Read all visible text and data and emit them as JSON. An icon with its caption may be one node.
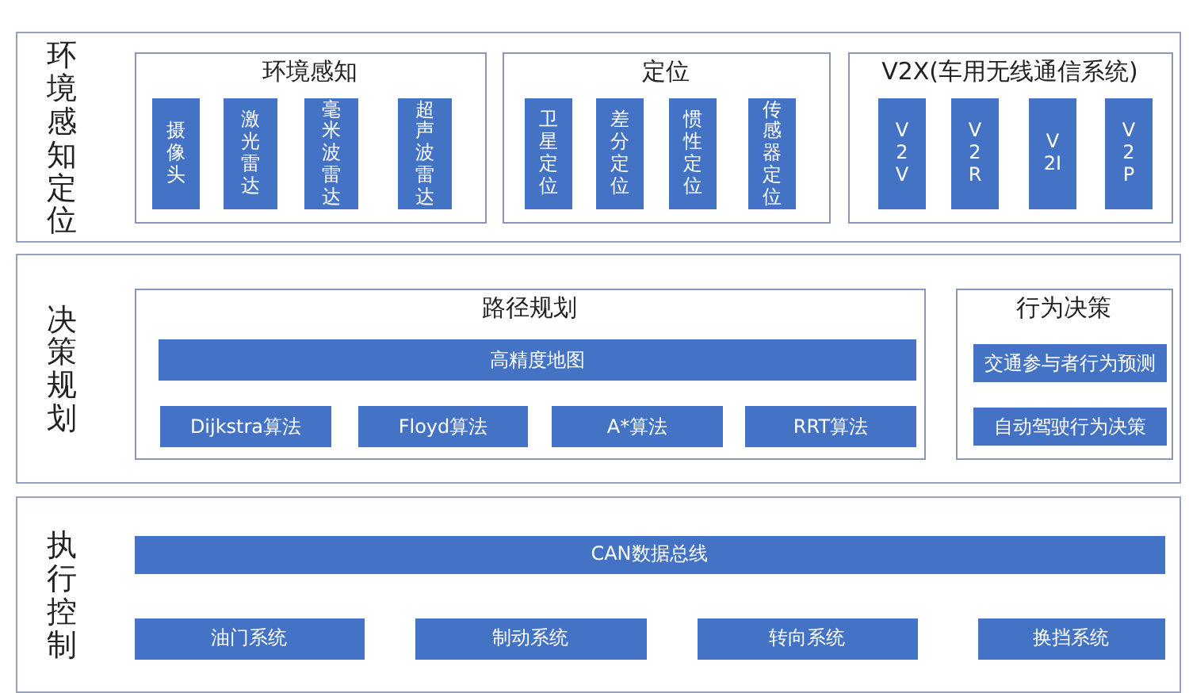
{
  "diagram": {
    "nodes": [
      {
        "text": [
          "环境感知定位"
        ]
      },
      {
        "text": [
          "环境感知"
        ],
        "in": 0
      },
      {
        "text": [
          "摄像头"
        ],
        "in": 1
      },
      {
        "text": [
          "激光雷达"
        ],
        "in": 1
      },
      {
        "text": [
          "毫米波雷达"
        ],
        "in": 1
      },
      {
        "text": [
          "超声波雷达"
        ],
        "in": 1
      },
      {
        "text": [
          "定位"
        ],
        "in": 0
      },
      {
        "text": [
          "卫星定位"
        ],
        "in": 6
      },
      {
        "text": [
          "差分定位"
        ],
        "in": 6
      },
      {
        "text": [
          "惯性定位"
        ],
        "in": 6
      },
      {
        "text": [
          "传感器定位"
        ],
        "in": 6
      },
      {
        "text": [
          "V2X(车用无线通信系统)"
        ],
        "in": 0
      },
      {
        "text": [
          "V2V"
        ],
        "in": 11
      },
      {
        "text": [
          "V2R"
        ],
        "in": 11
      },
      {
        "text": [
          "V2I"
        ],
        "in": 11
      },
      {
        "text": [
          "V2P"
        ],
        "in": 11
      },
      {
        "text": [
          "决策规划"
        ]
      },
      {
        "text": [
          "路径规划"
        ],
        "in": 16
      },
      {
        "text": [
          "高精度地图"
        ],
        "in": 17
      },
      {
        "text": [
          "Dijkstra算法"
        ],
        "in": 17
      },
      {
        "text": [
          "Floyd算法"
        ],
        "in": 17
      },
      {
        "text": [
          "A*算法"
        ],
        "in": 17
      },
      {
        "text": [
          "RRT算法"
        ],
        "in": 17
      },
      {
        "text": [
          "行为决策"
        ],
        "in": 16
      },
      {
        "text": [
          "交通参与者行为预测"
        ],
        "in": 23
      },
      {
        "text": [
          "自动驾驶行为决策"
        ],
        "in": 23
      },
      {
        "text": [
          "执行控制"
        ]
      },
      {
        "text": [
          "CAN数据总线"
        ],
        "in": 26
      },
      {
        "text": [
          "油门系统"
        ],
        "in": 26
      },
      {
        "text": [
          "制动系统"
        ],
        "in": 26
      },
      {
        "text": [
          "转向系统"
        ],
        "in": 26
      },
      {
        "text": [
          "换挡系统"
        ],
        "in": 26
      }
    ],
    "edges": []
  }
}
